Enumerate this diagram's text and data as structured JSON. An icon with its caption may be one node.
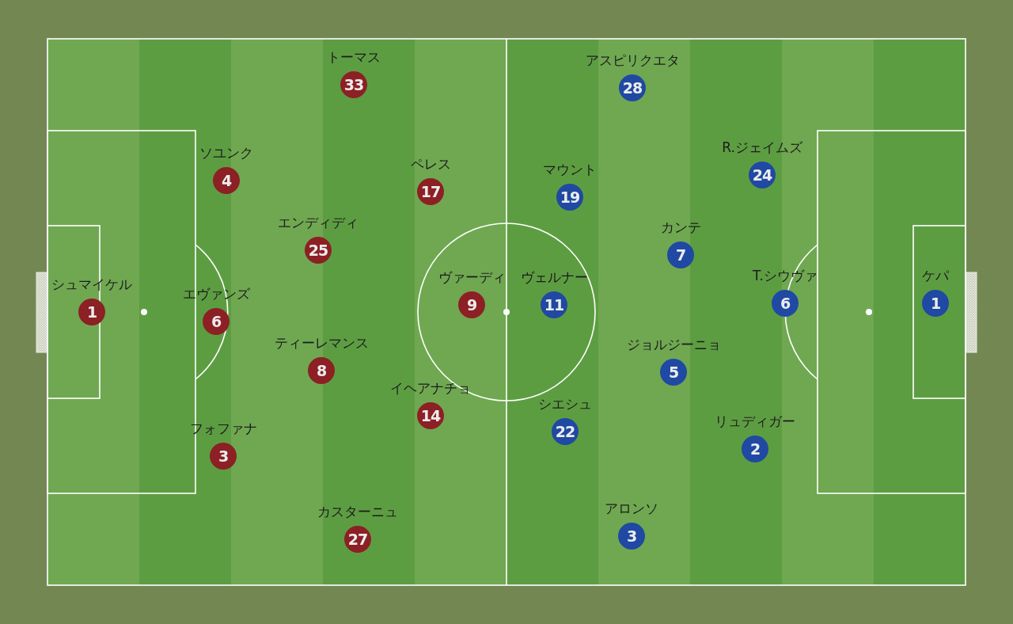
{
  "diagram": {
    "nodes": [
      {
        "text": [
          "33"
        ],
        "beside": [
          "トーマス"
        ]
      },
      {
        "text": [
          "4"
        ],
        "beside": [
          "ソユンク"
        ]
      },
      {
        "text": [
          "17"
        ],
        "beside": [
          "ペレス"
        ]
      },
      {
        "text": [
          "25"
        ],
        "beside": [
          "エンディディ"
        ]
      },
      {
        "text": [
          "1"
        ],
        "beside": [
          "シュマイケル"
        ]
      },
      {
        "text": [
          "9"
        ],
        "beside": [
          "ヴァーディ"
        ]
      },
      {
        "text": [
          "6"
        ],
        "beside": [
          "エヴァンズ"
        ]
      },
      {
        "text": [
          "8"
        ],
        "beside": [
          "ティーレマンス"
        ]
      },
      {
        "text": [
          "14"
        ],
        "beside": [
          "イヘアナチョ"
        ]
      },
      {
        "text": [
          "3"
        ],
        "beside": [
          "フォファナ"
        ]
      },
      {
        "text": [
          "27"
        ],
        "beside": [
          "カスターニュ"
        ]
      },
      {
        "text": [
          "28"
        ],
        "beside": [
          "アスピリクエタ"
        ]
      },
      {
        "text": [
          "24"
        ],
        "beside": [
          "R.ジェイムズ"
        ]
      },
      {
        "text": [
          "19"
        ],
        "beside": [
          "マウント"
        ]
      },
      {
        "text": [
          "7"
        ],
        "beside": [
          "カンテ"
        ]
      },
      {
        "text": [
          "11"
        ],
        "beside": [
          "ヴェルナー"
        ]
      },
      {
        "text": [
          "6"
        ],
        "beside": [
          "T.シウヴァ"
        ]
      },
      {
        "text": [
          "1"
        ],
        "beside": [
          "ケパ"
        ]
      },
      {
        "text": [
          "5"
        ],
        "beside": [
          "ジョルジーニョ"
        ]
      },
      {
        "text": [
          "22"
        ],
        "beside": [
          "シエシュ"
        ]
      },
      {
        "text": [
          "2"
        ],
        "beside": [
          "リュディガー"
        ]
      },
      {
        "text": [
          "3"
        ],
        "beside": [
          "アロンソ"
        ]
      }
    ]
  }
}
